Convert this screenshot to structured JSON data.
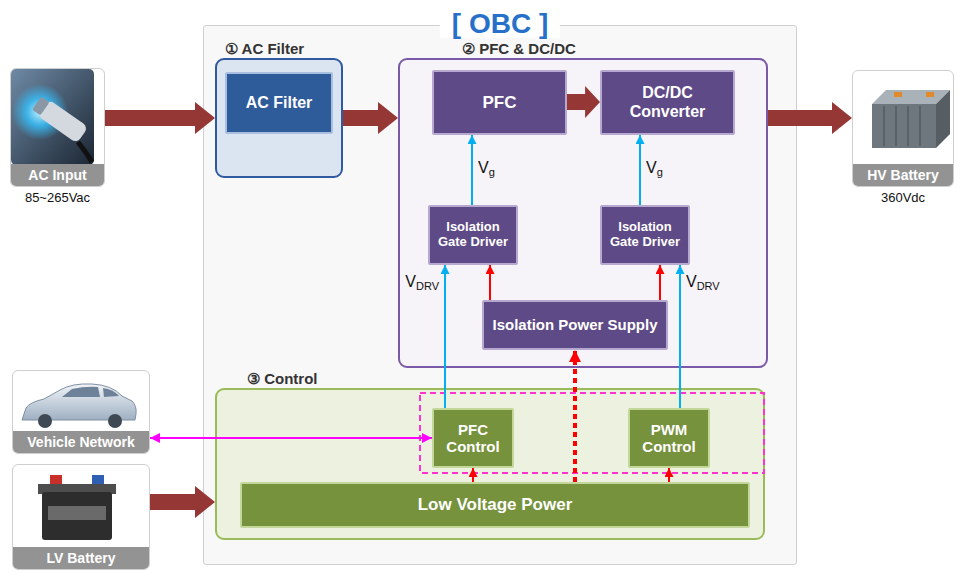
{
  "diagram": {
    "nodes": [
      {
        "text": [
          "[ OBC ]"
        ]
      },
      {
        "text": [
          "AC Input",
          "85~265Vac"
        ]
      },
      {
        "text": [
          "① AC Filter"
        ],
        "in": 0
      },
      {
        "text": [
          "AC Filter"
        ],
        "in": 2
      },
      {
        "text": [
          "② PFC & DC/DC"
        ],
        "in": 0
      },
      {
        "text": [
          "PFC"
        ],
        "in": 4
      },
      {
        "text": [
          "DC/DC Converter"
        ],
        "in": 4
      },
      {
        "text": [
          "Isolation Gate Driver"
        ],
        "in": 4
      },
      {
        "text": [
          "Isolation Gate Driver"
        ],
        "in": 4
      },
      {
        "text": [
          "Isolation Power Supply"
        ],
        "in": 4
      },
      {
        "text": [
          "HV Battery",
          "360Vdc"
        ]
      },
      {
        "text": [
          "Vehicle Network"
        ]
      },
      {
        "text": [
          "LV Battery"
        ]
      },
      {
        "text": [
          "③ Control"
        ],
        "in": 0
      },
      {
        "text": [
          "PFC Control"
        ],
        "in": 13
      },
      {
        "text": [
          "PWM Control"
        ],
        "in": 13
      },
      {
        "text": [
          "Low Voltage Power"
        ],
        "in": 13
      }
    ],
    "edges": [
      {
        "from": 1,
        "to": 2,
        "arrow": "to"
      },
      {
        "from": 2,
        "to": 4,
        "arrow": "to"
      },
      {
        "from": 5,
        "to": 6,
        "arrow": "to"
      },
      {
        "from": 4,
        "to": 10,
        "arrow": "to"
      },
      {
        "from": 7,
        "to": 5,
        "arrow": "to",
        "label": "Vg"
      },
      {
        "from": 8,
        "to": 6,
        "arrow": "to",
        "label": "Vg"
      },
      {
        "from": 9,
        "to": 7,
        "arrow": "to"
      },
      {
        "from": 9,
        "to": 8,
        "arrow": "to"
      },
      {
        "from": 14,
        "to": 7,
        "arrow": "to",
        "label": "VDRV"
      },
      {
        "from": 15,
        "to": 8,
        "arrow": "to",
        "label": "VDRV"
      },
      {
        "from": 16,
        "to": 14,
        "arrow": "to"
      },
      {
        "from": 16,
        "to": 15,
        "arrow": "to"
      },
      {
        "from": 16,
        "to": 9,
        "arrow": "to"
      },
      {
        "from": 11,
        "to": 14,
        "arrow": "both"
      },
      {
        "from": 12,
        "to": 13,
        "arrow": "to"
      }
    ]
  }
}
